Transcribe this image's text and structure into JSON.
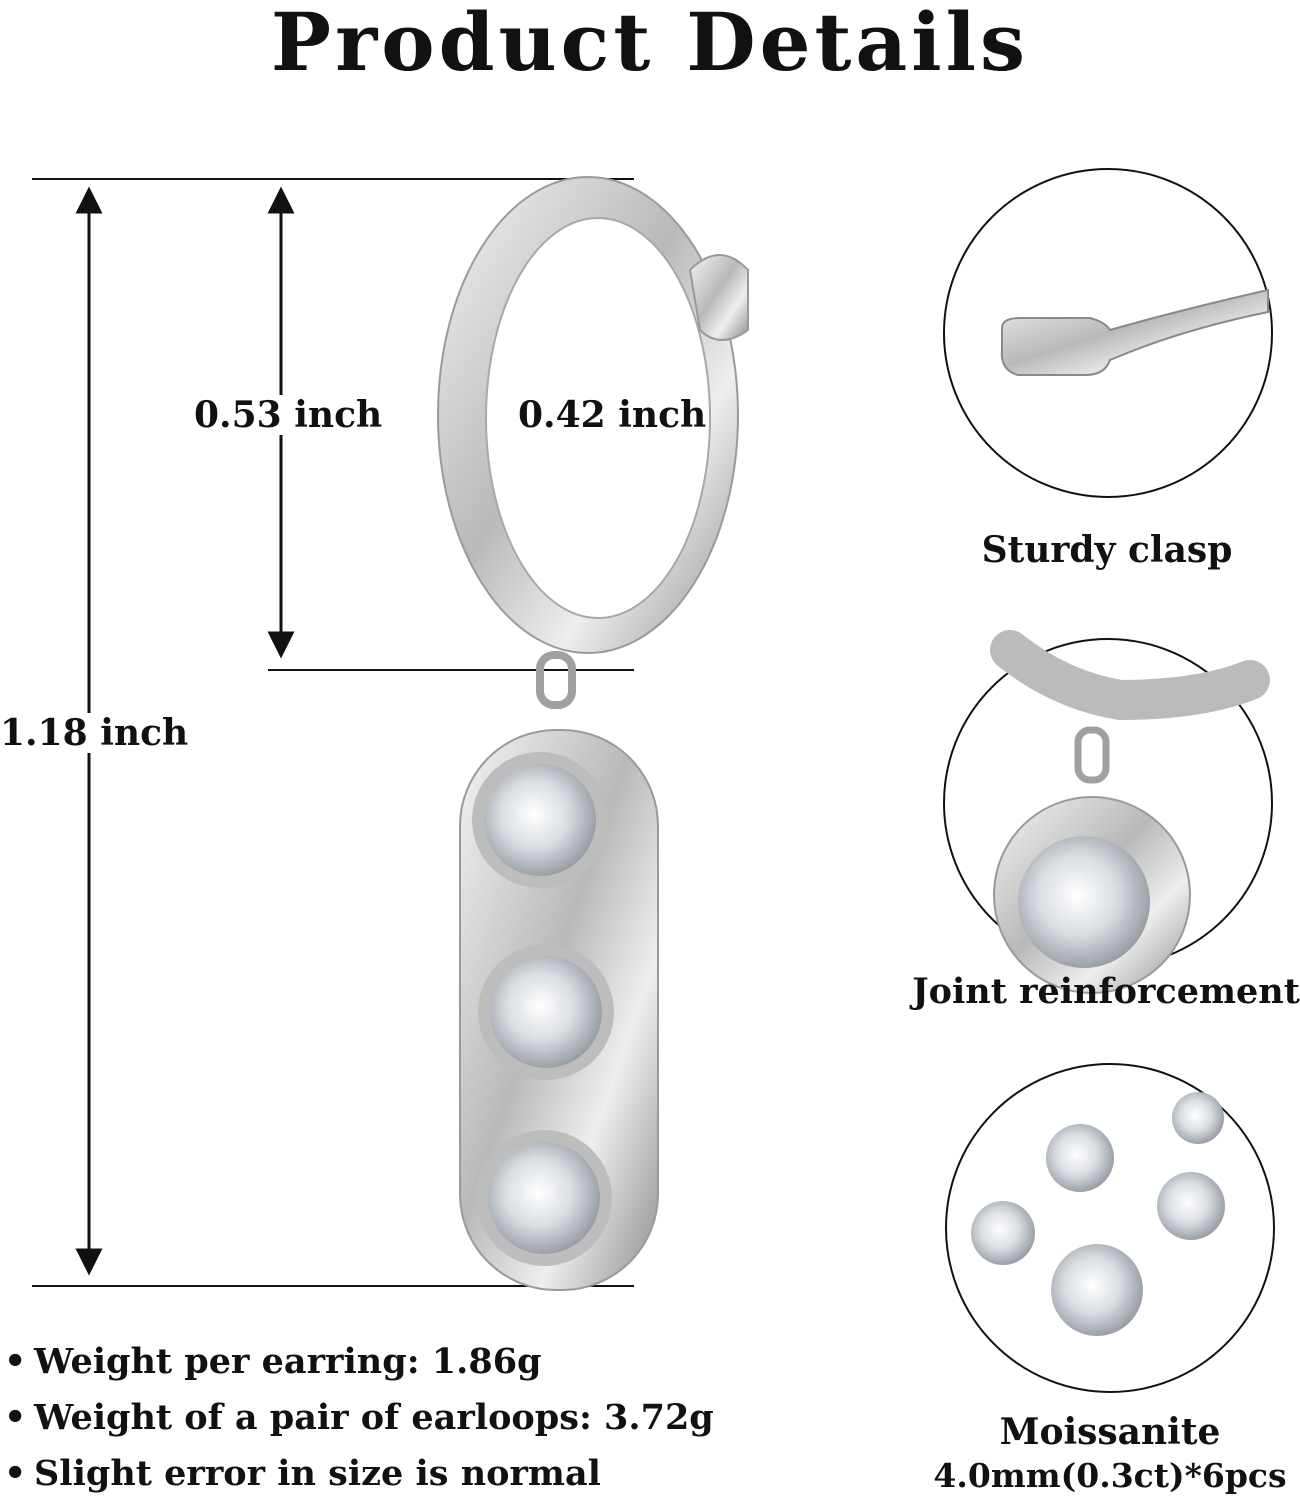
{
  "title": "Product Details",
  "dimensions": {
    "total_height": "1.18 inch",
    "outer_diameter": "0.53 inch",
    "inner_diameter": "0.42 inch"
  },
  "details": [
    {
      "caption": "Sturdy clasp",
      "icon": "clasp-closeup-image"
    },
    {
      "caption": "Joint reinforcement",
      "icon": "joint-closeup-image"
    },
    {
      "caption": "Moissanite",
      "subcaption": "4.0mm(0.3ct)*6pcs",
      "icon": "gemstones-image"
    }
  ],
  "specs": [
    "Weight per earring: 1.86g",
    "Weight of a pair of earloops: 3.72g",
    "Slight error in size is normal"
  ],
  "colors": {
    "metal": "#c9c9c9",
    "line": "#111111"
  }
}
